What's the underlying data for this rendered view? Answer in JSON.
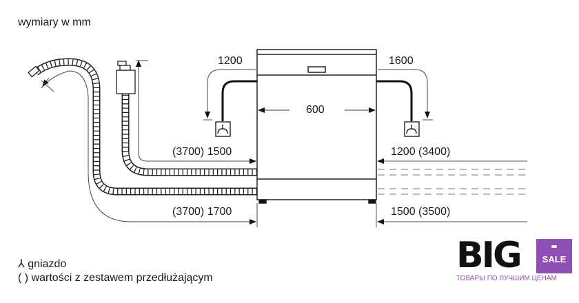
{
  "header": {
    "units_label": "wymiary w mm"
  },
  "dimensions": {
    "top_left": "1200",
    "top_right": "1600",
    "width": "600",
    "left_upper": "(3700) 1500",
    "left_lower": "(3700) 1700",
    "right_upper": "1200 (3400)",
    "right_lower": "1500 (3500)"
  },
  "legend": {
    "socket_symbol": "⅄",
    "socket_label": "gniazdo",
    "paren_symbol": "( )",
    "paren_label": "wartości z zestawem przedłużającym"
  },
  "logo": {
    "big": "BIG",
    "sale": "SALE",
    "tagline": "ТОВАРЫ ПО ЛУЧШИМ ЦЕНАМ",
    "accent_color": "#8e4fb5"
  }
}
